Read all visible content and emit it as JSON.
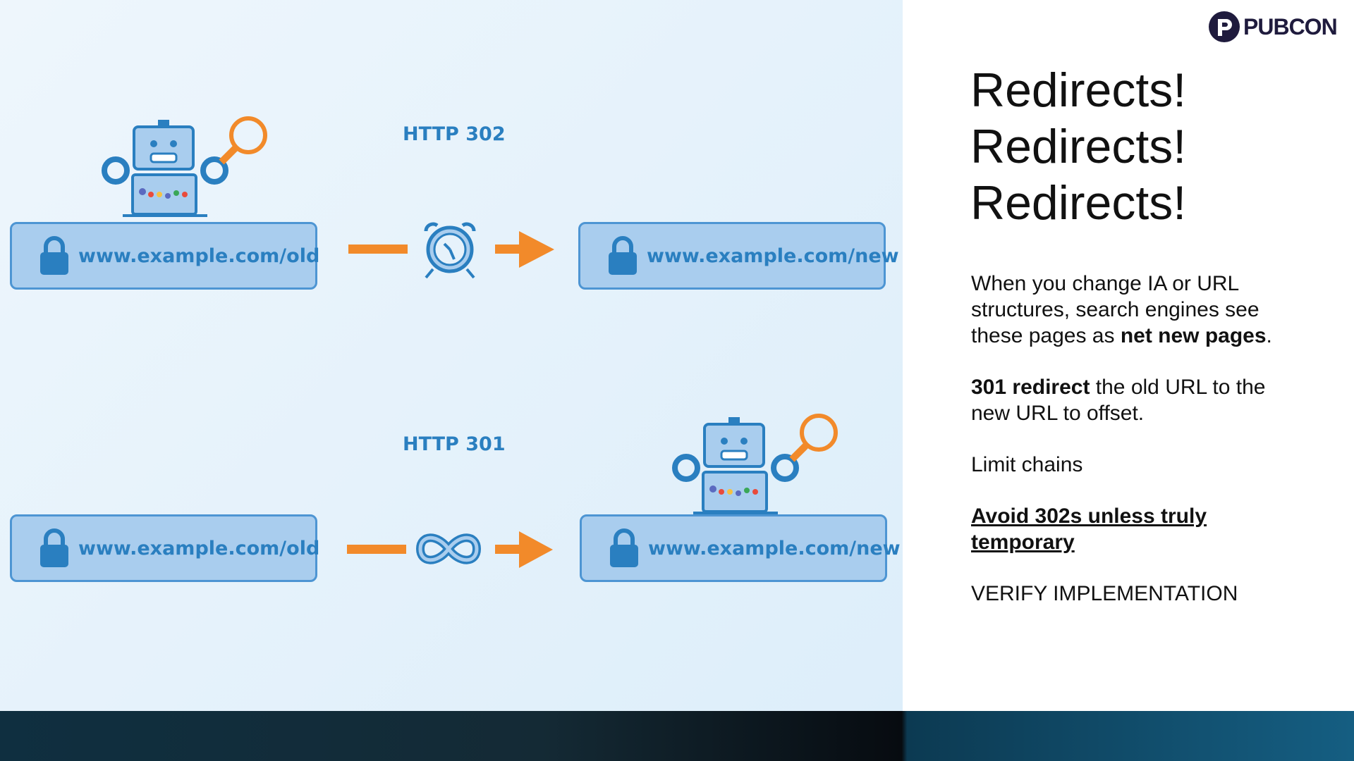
{
  "logo": {
    "text": "PUBCON"
  },
  "heading": {
    "lines": [
      "Redirects!",
      "Redirects!",
      "Redirects!"
    ]
  },
  "body": {
    "p1_part1": "When you change IA or URL structures, search engines see these pages as ",
    "p1_bold": "net new pages",
    "p1_end": ".",
    "p2_bold": "301 redirect",
    "p2_rest": " the old URL to the new URL to offset.",
    "p3": "Limit chains",
    "p4": "Avoid 302s unless truly temporary",
    "p5": "VERIFY IMPLEMENTATION"
  },
  "diagram": {
    "top": {
      "label": "HTTP 302",
      "from_url": "www.example.com/old",
      "to_url": "www.example.com/new",
      "icon": "alarm-clock-icon"
    },
    "bottom": {
      "label": "HTTP 301",
      "from_url": "www.example.com/old",
      "to_url": "www.example.com/new",
      "icon": "infinity-icon"
    }
  },
  "colors": {
    "accent_blue": "#2a7fc0",
    "box_fill": "#a9cdee",
    "box_border": "#4d95d3",
    "arrow_orange": "#f28a2a",
    "panel_bg": "#e6f2fb",
    "footer_dark": "#0f2f40"
  }
}
